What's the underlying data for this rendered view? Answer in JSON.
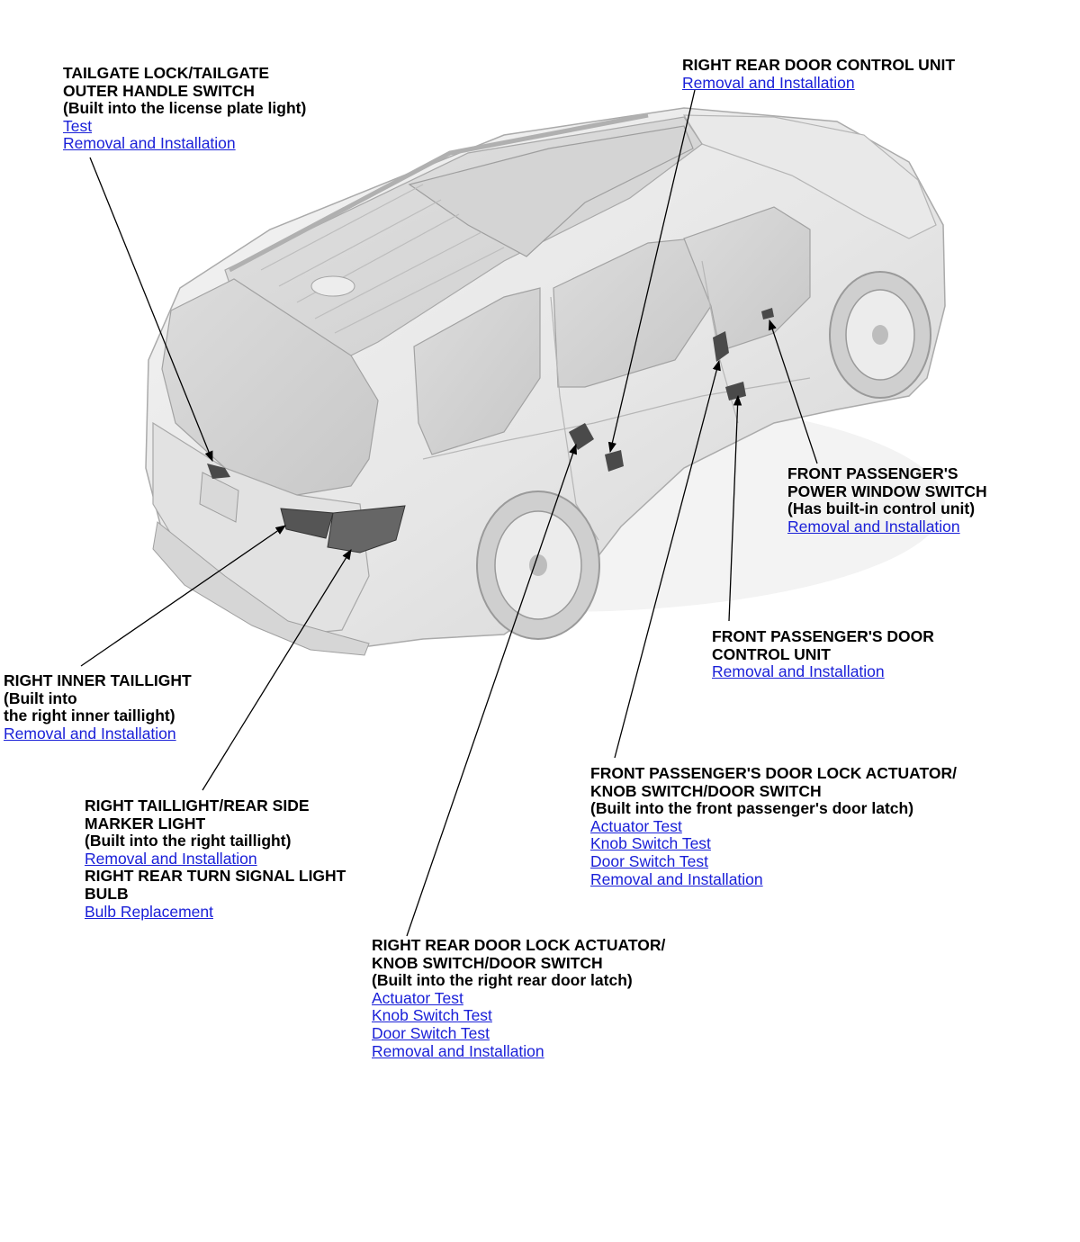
{
  "callouts": {
    "tailgate_lock": {
      "lines": [
        "TAILGATE LOCK/TAILGATE",
        "OUTER HANDLE SWITCH",
        "(Built into the license plate light)"
      ],
      "links": [
        "Test",
        "Removal and Installation"
      ]
    },
    "right_rear_door_control_unit": {
      "lines": [
        "RIGHT REAR DOOR CONTROL UNIT"
      ],
      "links": [
        "Removal and Installation"
      ]
    },
    "front_passenger_power_window_switch": {
      "lines": [
        "FRONT PASSENGER'S",
        "POWER WINDOW SWITCH",
        "(Has built-in control unit)"
      ],
      "links": [
        "Removal and Installation"
      ]
    },
    "front_passenger_door_control_unit": {
      "lines": [
        "FRONT PASSENGER'S DOOR",
        "CONTROL UNIT"
      ],
      "links": [
        "Removal and Installation"
      ]
    },
    "right_inner_taillight": {
      "lines": [
        "RIGHT INNER TAILLIGHT",
        "(Built into",
        "the right inner taillight)"
      ],
      "links": [
        "Removal and Installation"
      ]
    },
    "right_taillight": {
      "lines": [
        "RIGHT TAILLIGHT/REAR SIDE",
        "MARKER LIGHT",
        "(Built into the right taillight)"
      ],
      "links": [
        "Removal and Installation"
      ],
      "lines2": [
        "RIGHT REAR TURN SIGNAL LIGHT",
        "BULB"
      ],
      "links2": [
        "Bulb Replacement"
      ]
    },
    "front_passenger_door_lock_actuator": {
      "lines": [
        "FRONT PASSENGER'S DOOR LOCK ACTUATOR/",
        "KNOB SWITCH/DOOR SWITCH",
        "(Built into the front passenger's door latch)"
      ],
      "links": [
        "Actuator Test",
        "Knob Switch Test",
        "Door Switch Test",
        "Removal and Installation"
      ]
    },
    "right_rear_door_lock_actuator": {
      "lines": [
        "RIGHT REAR DOOR LOCK ACTUATOR/",
        "KNOB SWITCH/DOOR SWITCH",
        "(Built into the right rear door latch)"
      ],
      "links": [
        "Actuator Test",
        "Knob Switch Test",
        "Door Switch Test",
        "Removal and Installation"
      ]
    }
  }
}
